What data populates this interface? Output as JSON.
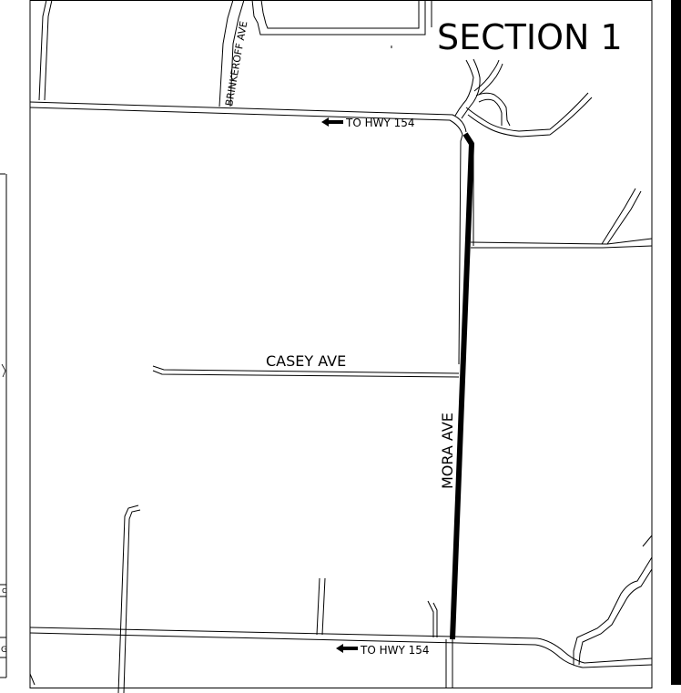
{
  "map": {
    "section_title": "SECTION 1",
    "roads": {
      "mora": "MORA AVE",
      "casey": "CASEY AVE",
      "brinkeroff": "BRINKEROFF AVE"
    },
    "directions": {
      "north": "TO HWY 154",
      "south": "TO HWY 154"
    },
    "edge_fragments": [
      "c",
      "G"
    ],
    "colors": {
      "ink": "#000000",
      "paper": "#ffffff",
      "highlight": "#000000"
    }
  }
}
